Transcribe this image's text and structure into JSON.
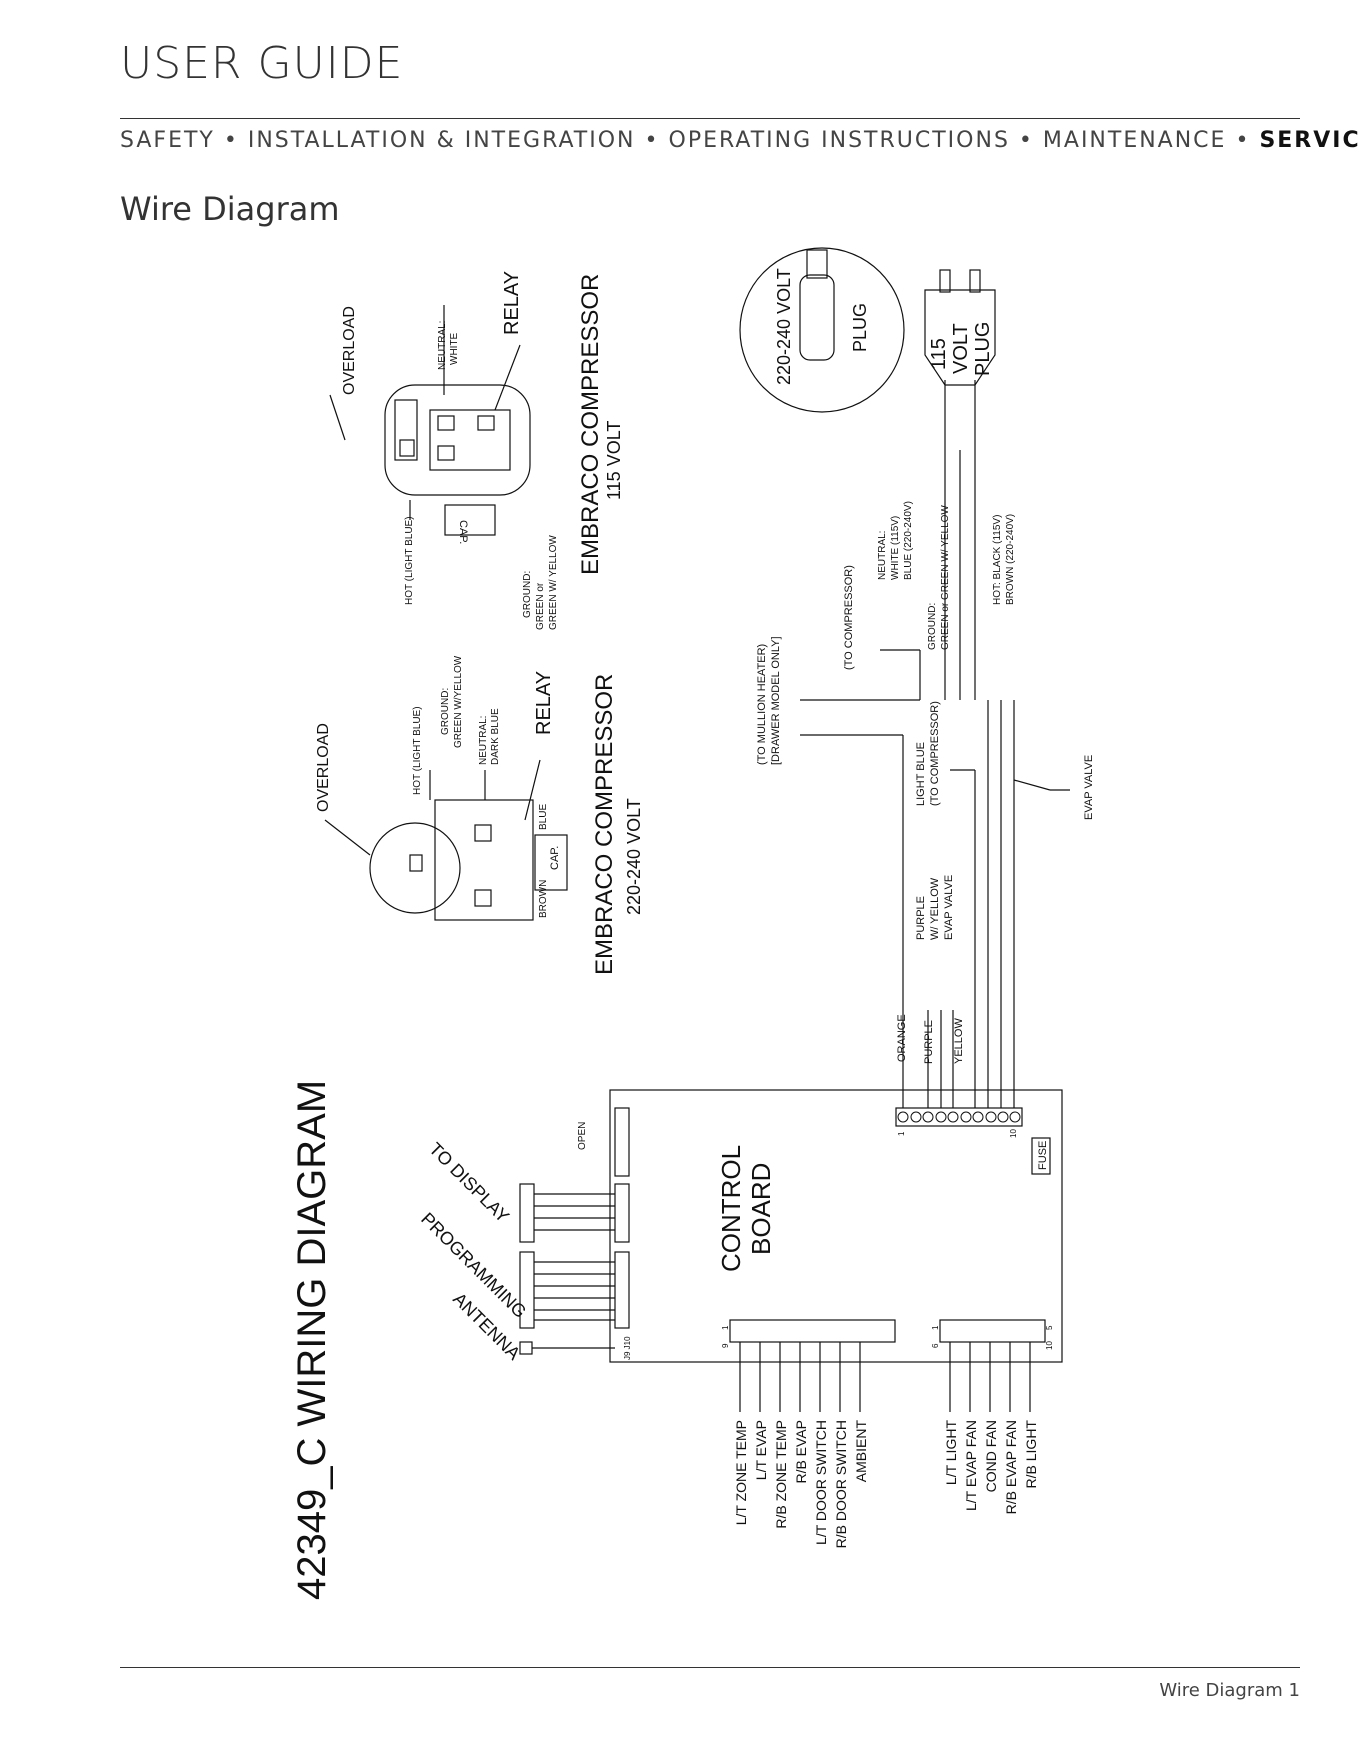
{
  "header": {
    "title": "USER GUIDE",
    "nav": [
      "SAFETY",
      "INSTALLATION & INTEGRATION",
      "OPERATING INSTRUCTIONS",
      "MAINTENANCE"
    ],
    "nav_active": "SERVICE",
    "separator": "•"
  },
  "section_title": "Wire Diagram",
  "footer": {
    "page_label": "Wire Diagram 1"
  },
  "diagram": {
    "title": "42349_C WIRING DIAGRAM",
    "control_board": [
      "CONTROL",
      "BOARD"
    ],
    "fuse": "FUSE",
    "open": "OPEN",
    "j_labels": "J9 J10",
    "to_display": "TO DISPLAY",
    "programming": "PROGRAMMING",
    "antenna": "ANTENNA",
    "top_connector_numbers": [
      "1",
      "10"
    ],
    "left_connector_numbers": [
      "9",
      "1"
    ],
    "right_connector_numbers": [
      "6",
      "1",
      "10",
      "5"
    ],
    "left_sensors": [
      "L/T ZONE TEMP",
      "L/T EVAP",
      "R/B ZONE TEMP",
      "R/B EVAP",
      "L/T DOOR SWITCH",
      "R/B DOOR SWITCH",
      "AMBIENT"
    ],
    "right_loads": [
      "L/T LIGHT",
      "L/T EVAP FAN",
      "COND FAN",
      "R/B EVAP FAN",
      "R/B LIGHT"
    ],
    "wires": {
      "orange": "ORANGE",
      "purple": "PURPLE",
      "yellow": "YELLOW",
      "purple_yellow": [
        "PURPLE",
        "W/ YELLOW",
        "EVAP VALVE"
      ],
      "light_blue": [
        "LIGHT BLUE",
        "(TO COMPRESSOR)"
      ],
      "evap_valve": "EVAP VALVE",
      "mullion": [
        "(TO MULLION HEATER)",
        "[DRAWER MODEL ONLY]"
      ],
      "to_compressor": "(TO COMPRESSOR)",
      "neutral": [
        "NEUTRAL:",
        "WHITE (115V)",
        "BLUE (220-240V)"
      ],
      "ground": [
        "GROUND:",
        "GREEN or GREEN W/ YELLOW"
      ],
      "hot": [
        "HOT: BLACK (115V)",
        "BROWN (220-240V)"
      ]
    },
    "plug_115": [
      "115",
      "VOLT",
      "PLUG"
    ],
    "plug_220": [
      "220-240 VOLT",
      "PLUG"
    ],
    "compressor_115": {
      "title": "EMBRACO COMPRESSOR",
      "voltage": "115 VOLT",
      "overload": "OVERLOAD",
      "relay": "RELAY",
      "neutral": [
        "NEUTRAL:",
        "WHITE"
      ],
      "hot": "HOT (LIGHT BLUE)",
      "cap": "CAP.",
      "ground": [
        "GROUND:",
        "GREEN or",
        "GREEN W/ YELLOW"
      ]
    },
    "compressor_220": {
      "title": "EMBRACO COMPRESSOR",
      "voltage": "220-240 VOLT",
      "overload": "OVERLOAD",
      "relay": "RELAY",
      "hot": "HOT (LIGHT BLUE)",
      "ground": [
        "GROUND:",
        "GREEN W/YELLOW"
      ],
      "neutral": [
        "NEUTRAL:",
        "DARK BLUE"
      ],
      "blue": "BLUE",
      "brown": "BROWN",
      "cap": "CAP."
    }
  }
}
